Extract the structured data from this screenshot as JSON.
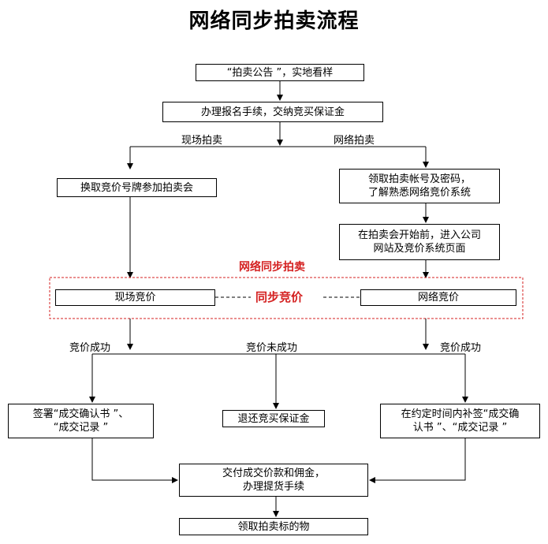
{
  "title": "网络同步拍卖流程",
  "colors": {
    "line": "#000000",
    "accent_red": "#d42020"
  },
  "nodes": {
    "announce": "“拍卖公告 ”，实地看样",
    "register": "办理报名手续，交纳竞买保证金",
    "onsite_paddle": "换取竞价号牌参加拍卖会",
    "online_account": "领取拍卖帐号及密码，\n了解熟悉网络竞价系统",
    "online_enter": "在拍卖会开始前，进入公司\n网站及竞价系统页面",
    "onsite_bid": "现场竞价",
    "online_bid": "网络竞价",
    "sign_record": "签署“成交确认书 ”、\n“成交记录 ”",
    "refund": "退还竞买保证金",
    "late_sign": "在约定时间内补签“成交确\n认书 ”、“成交记录 ”",
    "pay": "交付成交价款和佣金，\n办理提货手续",
    "collect": "领取拍卖标的物"
  },
  "labels": {
    "onsite": "现场拍卖",
    "online": "网络拍卖",
    "sync_auction": "网络同步拍卖",
    "sync_bid": "同步竞价",
    "success_left": "竞价成功",
    "fail": "竞价未成功",
    "success_right": "竞价成功"
  }
}
